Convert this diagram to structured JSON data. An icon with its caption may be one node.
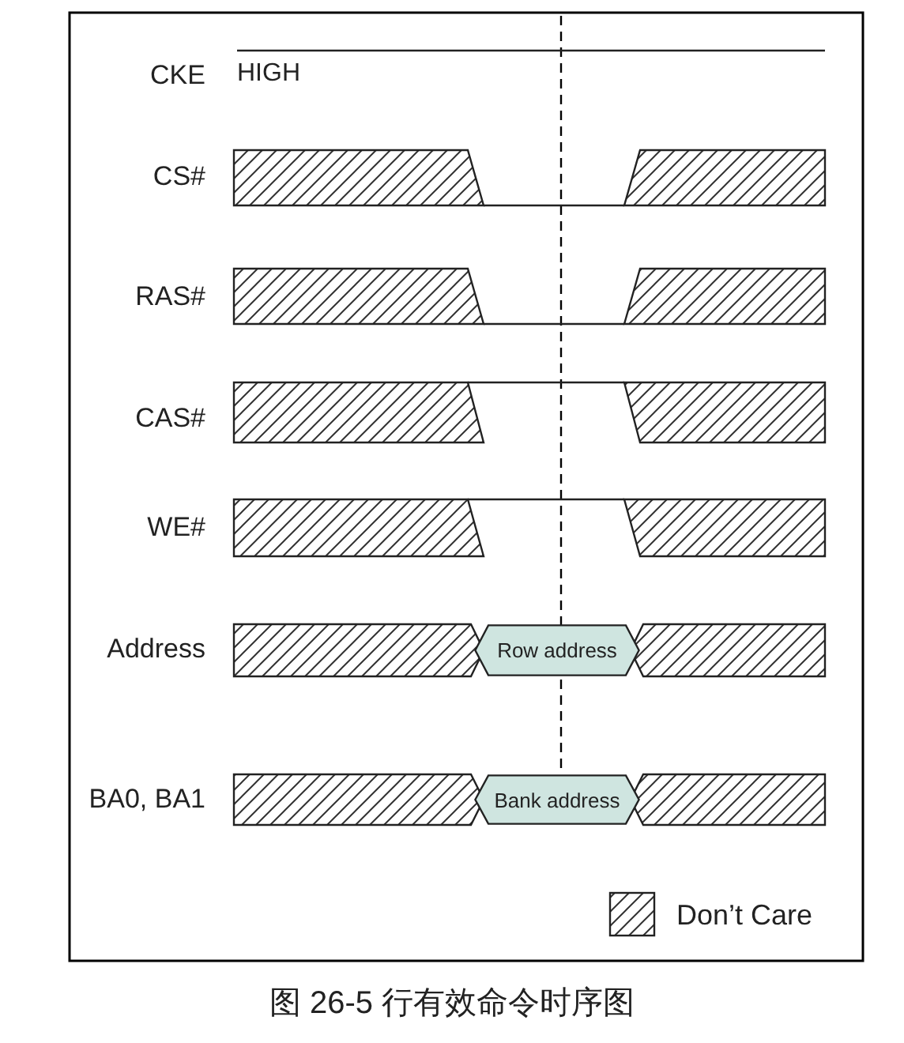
{
  "diagram": {
    "caption": "图 26-5 行有效命令时序图",
    "nodes": [
      {
        "text": [
          "Row address"
        ]
      },
      {
        "text": [
          "Bank address"
        ]
      }
    ],
    "labels": [
      "CKE",
      "HIGH",
      "CS#",
      "RAS#",
      "CAS#",
      "WE#",
      "Address",
      "BA0, BA1"
    ],
    "legend": [
      {
        "text": "Don’t Care"
      }
    ]
  }
}
